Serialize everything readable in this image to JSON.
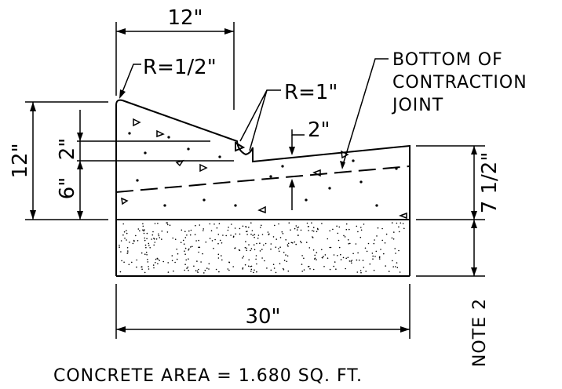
{
  "labels": {
    "top_width": "12\"",
    "radius_small": "R=1/2\"",
    "radius_large": "R=1\"",
    "joint_note_line1": "BOTTOM OF",
    "joint_note_line2": "CONTRACTION",
    "joint_note_line3": "JOINT",
    "joint_depth": "2\"",
    "total_height": "12\"",
    "left_upper": "2\"",
    "left_lower": "6\"",
    "right_height": "7 1/2\"",
    "bottom_width": "30\"",
    "note": "NOTE 2",
    "area": "CONCRETE AREA = 1.680 SQ. FT."
  }
}
